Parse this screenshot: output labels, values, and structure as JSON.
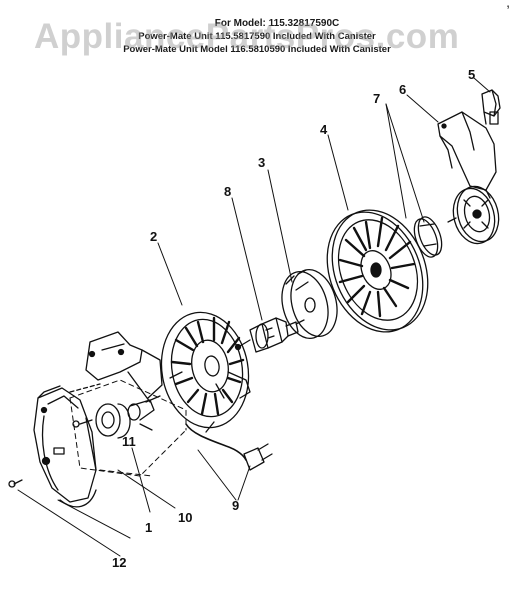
{
  "header": {
    "line1": "For Model: 115.32817590C",
    "line2": "Power-Mate Unit 115.5817590 Included With Canister",
    "line3": "Power-Mate Unit Model 116.5810590 Included With Canister"
  },
  "watermark": "AppliancePartsPros.com",
  "corner_mark": ",",
  "callouts": {
    "c1": "1",
    "c2": "2",
    "c3": "3",
    "c4": "4",
    "c5": "5",
    "c6": "6",
    "c7": "7",
    "c8": "8",
    "c9": "9",
    "c10": "10",
    "c11": "11",
    "c12": "12"
  }
}
